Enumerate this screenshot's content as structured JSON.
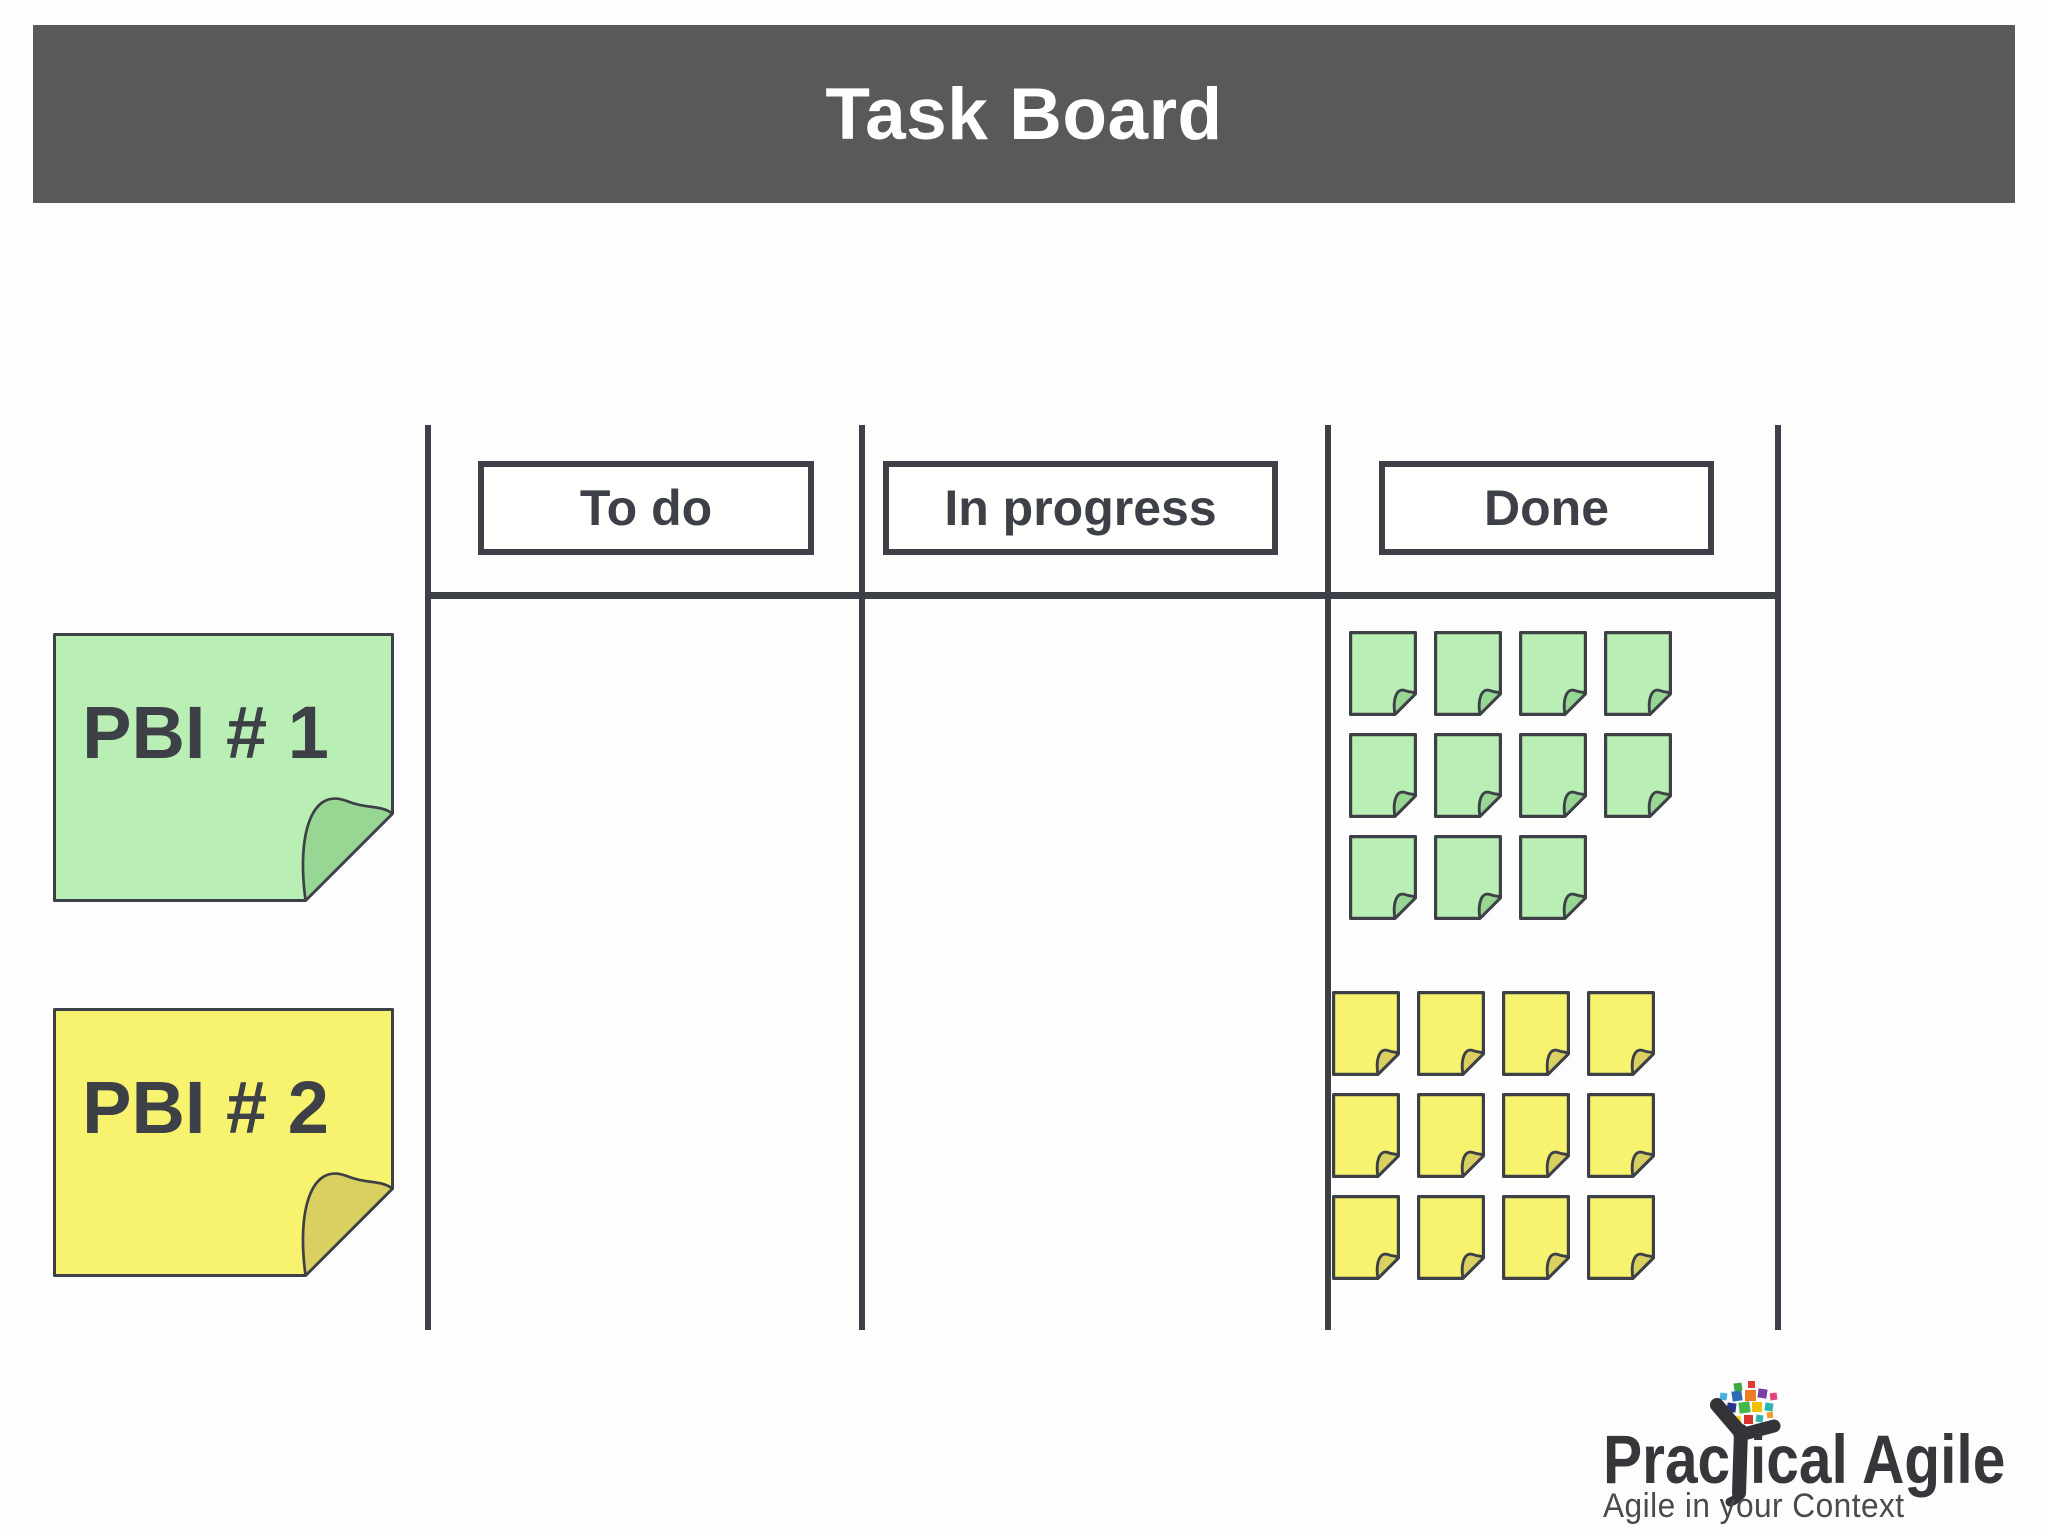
{
  "title": "Task Board",
  "columns": [
    {
      "id": "todo",
      "label": "To do"
    },
    {
      "id": "inprogress",
      "label": "In progress"
    },
    {
      "id": "done",
      "label": "Done"
    }
  ],
  "pbis": [
    {
      "label": "PBI # 1",
      "fill": "#b9efb4",
      "fold": "#98d694",
      "done_task_count": 11,
      "tasks_per_row": 4
    },
    {
      "label": "PBI # 2",
      "fill": "#f8f36e",
      "fold": "#d9d061",
      "done_task_count": 12,
      "tasks_per_row": 4
    }
  ],
  "logo": {
    "brand_prefix": "Prac",
    "brand_suffix": "ical Agile",
    "tagline": "Agile in your Context",
    "text_color": "#37373b",
    "confetti_colors": [
      "#3ba93c",
      "#e03c31",
      "#49b0e3",
      "#2a6db5",
      "#ef7d23",
      "#7a3fa0",
      "#e0447e",
      "#8a4fa8",
      "#27348b",
      "#46b749",
      "#f2c200",
      "#29b5b0",
      "#f5d327",
      "#d5352b",
      "#2ab5ad",
      "#ef9a23"
    ]
  },
  "colors": {
    "titlebar_bg": "#595959",
    "title_text": "#ffffff",
    "line_dark": "#3d4147",
    "background": "#fdfdfe"
  }
}
